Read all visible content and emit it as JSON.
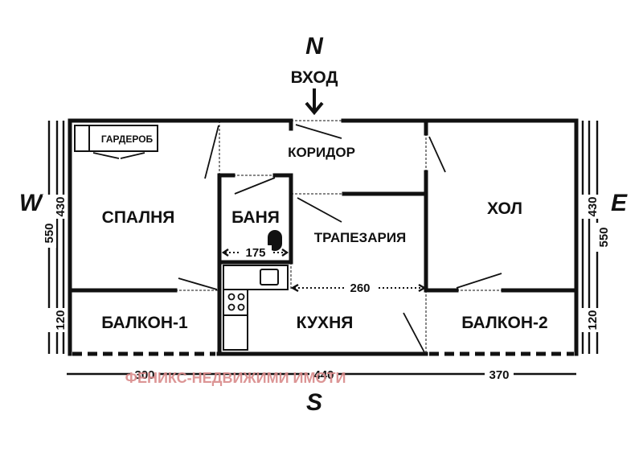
{
  "compass": {
    "north": "N",
    "south": "S",
    "west": "W",
    "east": "E"
  },
  "entrance": {
    "label": "ВХОД"
  },
  "rooms": {
    "wardrobe": "ГАРДЕРОБ",
    "corridor": "КОРИДОР",
    "bedroom": "СПАЛНЯ",
    "bathroom": "БАНЯ",
    "dining": "ТРАПЕЗАРИЯ",
    "living": "ХОЛ",
    "balcony1": "БАЛКОН-1",
    "kitchen": "КУХНЯ",
    "balcony2": "БАЛКОН-2"
  },
  "dimensions": {
    "bath_width": "175",
    "dining_width": "260",
    "left_room": "430",
    "left_balcony": "120",
    "left_total": "550",
    "right_room": "430",
    "right_balcony": "120",
    "right_total": "550",
    "bottom_left": "300",
    "bottom_mid": "440",
    "bottom_right": "370"
  },
  "watermark": "ФЕНИКС-НЕДВИЖИМИ ИМОТИ"
}
